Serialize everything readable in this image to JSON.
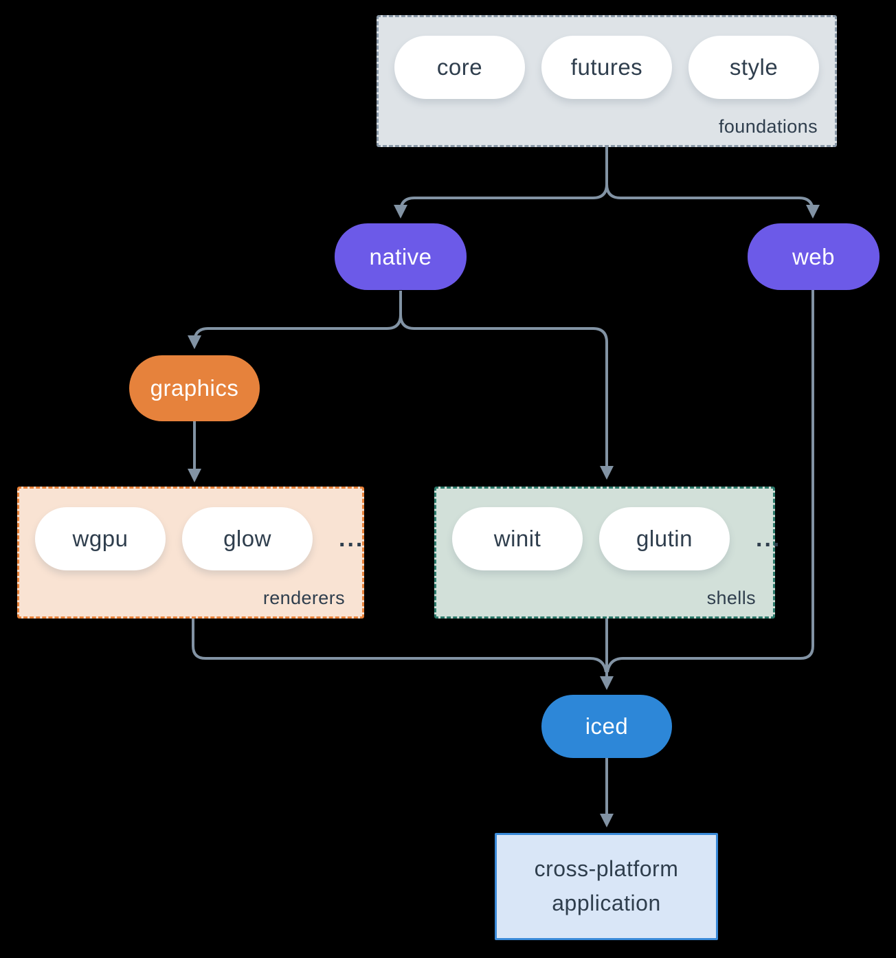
{
  "groups": {
    "foundations": {
      "label": "foundations",
      "pills": [
        "core",
        "futures",
        "style"
      ]
    },
    "renderers": {
      "label": "renderers",
      "pills": [
        "wgpu",
        "glow"
      ],
      "ellipsis": "..."
    },
    "shells": {
      "label": "shells",
      "pills": [
        "winit",
        "glutin"
      ],
      "ellipsis": "..."
    }
  },
  "nodes": {
    "native": "native",
    "web": "web",
    "graphics": "graphics",
    "iced": "iced",
    "application": "cross-platform application"
  },
  "colors": {
    "background": "#000000",
    "connector": "#8293a4",
    "text_dark": "#2f3e4d",
    "pill_white": "#ffffff",
    "purple": "#6c5ae8",
    "orange": "#e6823c",
    "blue": "#2d87d8",
    "foundations_fill": "#dee3e7",
    "foundations_border": "#8a99a8",
    "renderers_fill": "#f9e3d3",
    "renderers_border": "#e8823a",
    "shells_fill": "#d2e0d9",
    "shells_border": "#2c7a6b",
    "app_fill": "#d9e6f7",
    "app_border": "#3a8ad8"
  }
}
